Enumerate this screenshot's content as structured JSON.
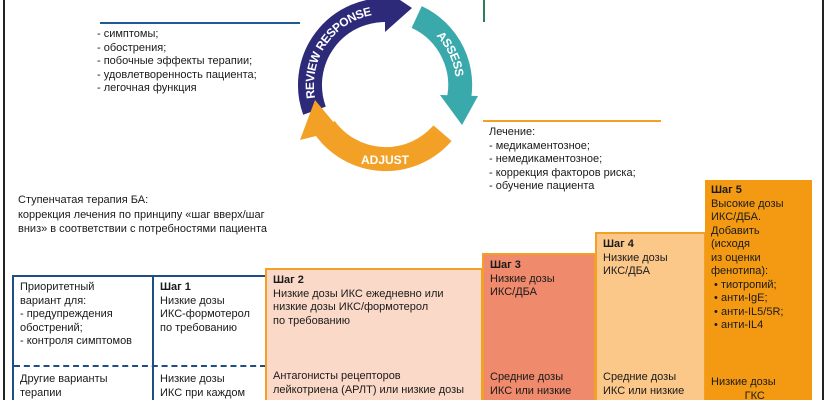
{
  "cycle": {
    "review": "REVIEW RESPONSE",
    "assess": "ASSESS",
    "adjust": "ADJUST",
    "colors": {
      "review": "#2e2a7a",
      "assess": "#3aa9ab",
      "adjust": "#f2a126"
    }
  },
  "review_list": [
    "- симптомы;",
    "- обострения;",
    "- побочные эффекты терапии;",
    "- удовлетворенность пациента;",
    "- легочная функция"
  ],
  "adjust_block": {
    "title": "Лечение:",
    "items": [
      "- медикаментозное;",
      "- немедикаментозное;",
      "- коррекция факторов риска;",
      "- обучение пациента"
    ]
  },
  "stepwise": {
    "title": "Ступенчатая терапия БА:",
    "desc": "коррекция лечения по принципу «шаг вверх/шаг\nвниз» в соответствии с потребностями пациента"
  },
  "rows": {
    "preferred": "Приоритетный\nвариант для:\n- предупреждения\nобострений;\n- контроля симптомов",
    "other": "Другие варианты\nтерапии"
  },
  "steps": [
    {
      "label": "Шаг 1",
      "preferred": "Низкие дозы\nИКС-формотерол\nпо требованию",
      "other": "Низкие дозы\nИКС при каждом"
    },
    {
      "label": "Шаг 2",
      "preferred": "Низкие дозы ИКС ежедневно или\nнизкие дозы ИКС/формотерол\nпо требованию",
      "other": "Антагонисты рецепторов\nлейкотриена (АРЛТ) или низкие дозы"
    },
    {
      "label": "Шаг 3",
      "preferred": "Низкие дозы\nИКС/ДБА",
      "other": "Средние дозы\nИКС или низкие"
    },
    {
      "label": "Шаг 4",
      "preferred": "Низкие дозы\nИКС/ДБА",
      "other": "Средние дозы\nИКС или низкие"
    },
    {
      "label": "Шаг 5",
      "preferred": "Высокие дозы\nИКС/ДБА.\nДобавить\n(исходя\nиз оценки\nфенотипа):\n • тиотропий;\n • анти-IgE;\n • анти-IL5/5R;\n • анти-IL4",
      "other": "Низкие дозы\n           ГКС"
    }
  ]
}
